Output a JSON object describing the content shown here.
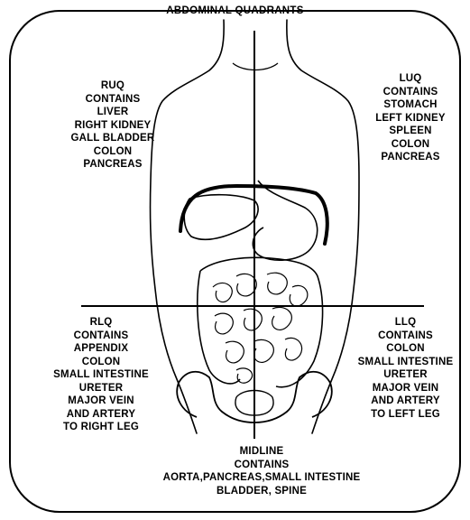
{
  "title": "ABDOMINAL QUADRANTS",
  "quadrants": {
    "ruq": {
      "name": "RUQ",
      "contains_label": "CONTAINS",
      "organs": [
        "LIVER",
        "RIGHT KIDNEY",
        "GALL BLADDER",
        "COLON",
        "PANCREAS"
      ]
    },
    "luq": {
      "name": "LUQ",
      "contains_label": "CONTAINS",
      "organs": [
        "STOMACH",
        "LEFT KIDNEY",
        "SPLEEN",
        "COLON",
        "PANCREAS"
      ]
    },
    "rlq": {
      "name": "RLQ",
      "contains_label": "CONTAINS",
      "organs": [
        "APPENDIX",
        "COLON",
        "SMALL INTESTINE",
        "URETER",
        "MAJOR VEIN",
        "AND ARTERY",
        "TO RIGHT LEG"
      ]
    },
    "llq": {
      "name": "LLQ",
      "contains_label": "CONTAINS",
      "organs": [
        "COLON",
        "SMALL INTESTINE",
        "URETER",
        "MAJOR VEIN",
        "AND ARTERY",
        "TO LEFT LEG"
      ]
    },
    "midline": {
      "name": "MIDLINE",
      "contains_label": "CONTAINS",
      "organs": [
        "AORTA,PANCREAS,SMALL INTESTINE",
        "BLADDER, SPINE"
      ]
    }
  },
  "colors": {
    "line": "#000000",
    "background": "#ffffff"
  }
}
